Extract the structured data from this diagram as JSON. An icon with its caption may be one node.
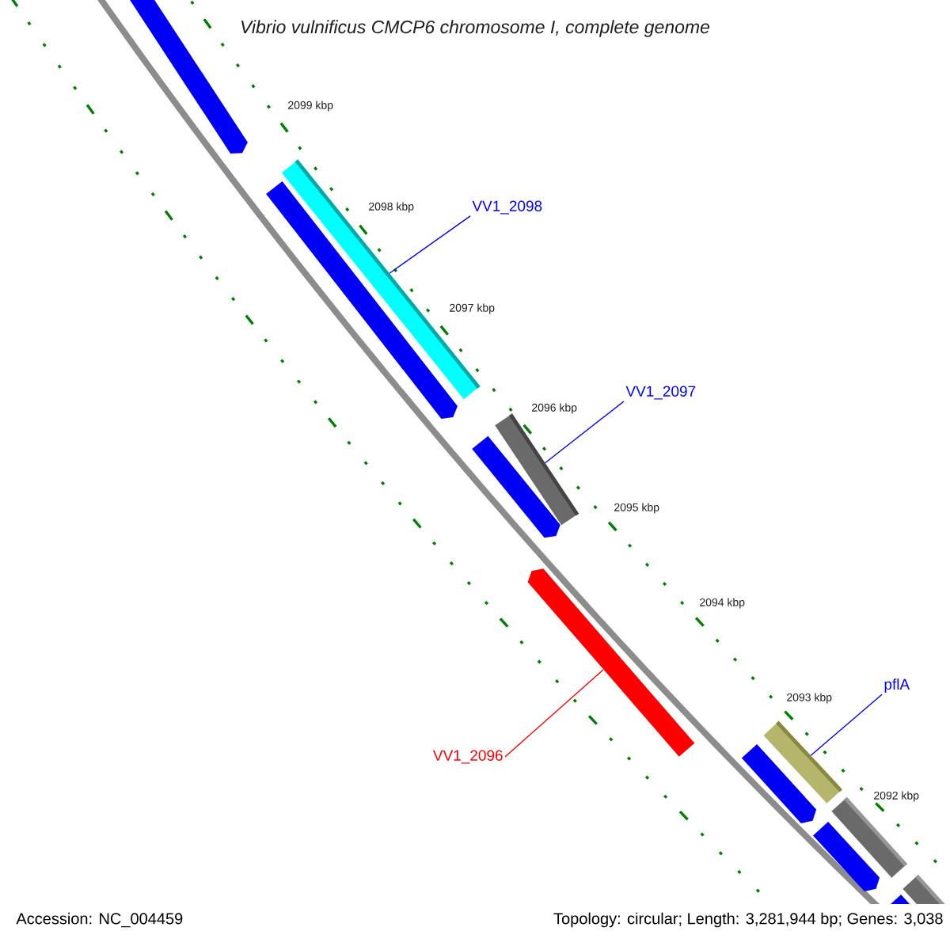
{
  "diagram": {
    "title": "Vibrio vulnificus CMCP6 chromosome I, complete genome",
    "nodes": [
      {
        "text": [],
        "shape": "pentagon"
      },
      {
        "text": [
          "VV1_2098"
        ]
      },
      {
        "text": [],
        "shape": "bar"
      },
      {
        "text": [],
        "shape": "pentagon"
      },
      {
        "text": [
          "VV1_2097"
        ]
      },
      {
        "text": [],
        "shape": "bar"
      },
      {
        "text": [],
        "shape": "pentagon"
      },
      {
        "text": [
          "VV1_2096"
        ]
      },
      {
        "text": [],
        "shape": "pentagon"
      },
      {
        "text": [
          "pflA"
        ]
      },
      {
        "text": [],
        "shape": "bar"
      },
      {
        "text": [],
        "shape": "pentagon"
      },
      {
        "text": [],
        "shape": "bar"
      },
      {
        "text": [],
        "shape": "pentagon"
      },
      {
        "text": [],
        "shape": "bar"
      },
      {
        "text": [],
        "shape": "pentagon"
      }
    ],
    "edges": [
      {
        "from": 1,
        "to": 2,
        "arrow": "none"
      },
      {
        "from": 4,
        "to": 5,
        "arrow": "none"
      },
      {
        "from": 7,
        "to": 8,
        "arrow": "none",
        "color": "#ff0000"
      },
      {
        "from": 9,
        "to": 10,
        "arrow": "none"
      }
    ],
    "labels": [
      "2099 kbp",
      "2098 kbp",
      "2097 kbp",
      "2096 kbp",
      "2095 kbp",
      "2094 kbp",
      "2093 kbp",
      "2092 kbp",
      "Accession: NC_004459",
      "Topology: circular; Length: 3,281,944 bp; Genes: 3,038"
    ]
  }
}
